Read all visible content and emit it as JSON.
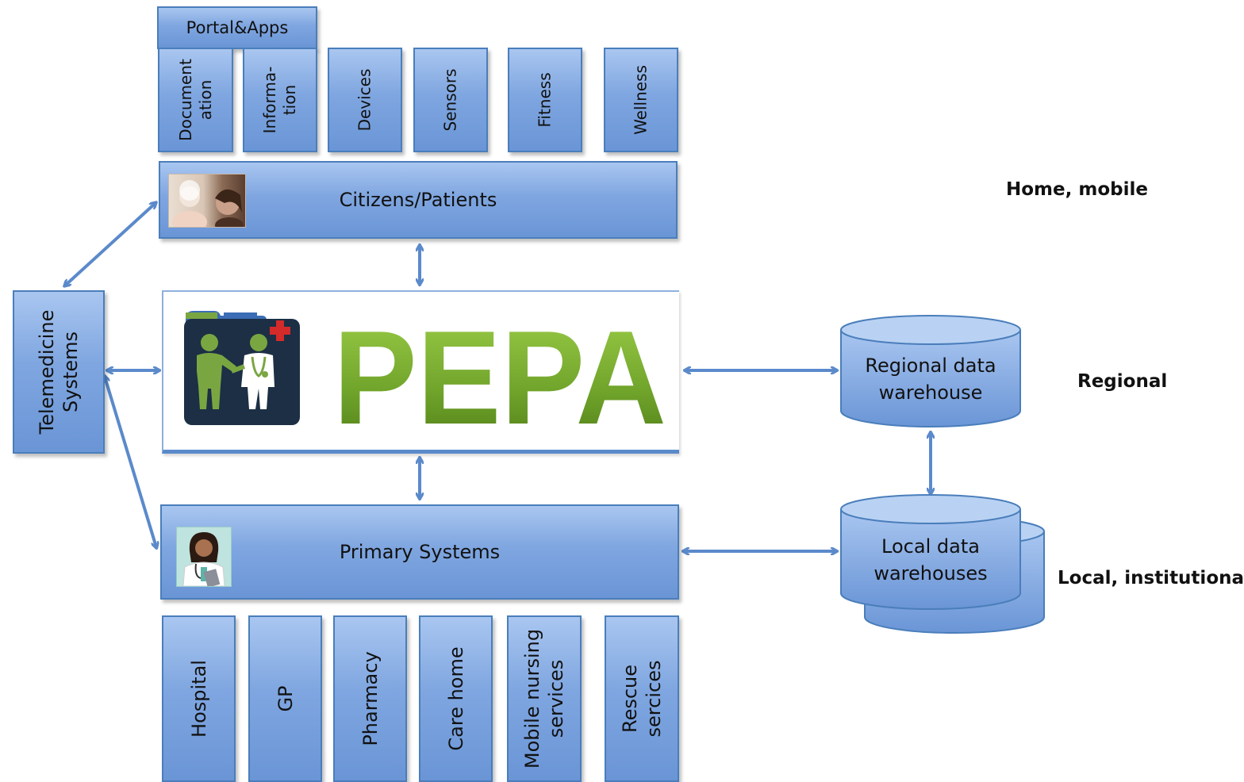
{
  "portal": {
    "label": "Portal&Apps"
  },
  "citizen_apps": [
    {
      "label": "Document\nation"
    },
    {
      "label": "Informa-\ntion"
    },
    {
      "label": "Devices"
    },
    {
      "label": "Sensors"
    },
    {
      "label": "Fitness"
    },
    {
      "label": "Wellness"
    }
  ],
  "citizens": {
    "label": "Citizens/Patients"
  },
  "pepa": {
    "title": "PEPA"
  },
  "telemedicine": {
    "label": "Telemedicine\nSystems"
  },
  "primary": {
    "label": "Primary Systems"
  },
  "primary_units": [
    {
      "label": "Hospital"
    },
    {
      "label": "GP"
    },
    {
      "label": "Pharmacy"
    },
    {
      "label": "Care home"
    },
    {
      "label": "Mobile nursing\nservices"
    },
    {
      "label": "Rescue\nsercices"
    }
  ],
  "regional_dw": {
    "label": "Regional data\nwarehouse"
  },
  "local_dw": {
    "label": "Local data\nwarehouses"
  },
  "levels": {
    "home": "Home, mobile",
    "regional": "Regional",
    "local": "Local, institutional"
  },
  "colors": {
    "box_fill": "#7fa6e0",
    "box_border": "#4a7ebb",
    "arrow": "#5b8acb",
    "pepa_green": "#6fa32a"
  }
}
